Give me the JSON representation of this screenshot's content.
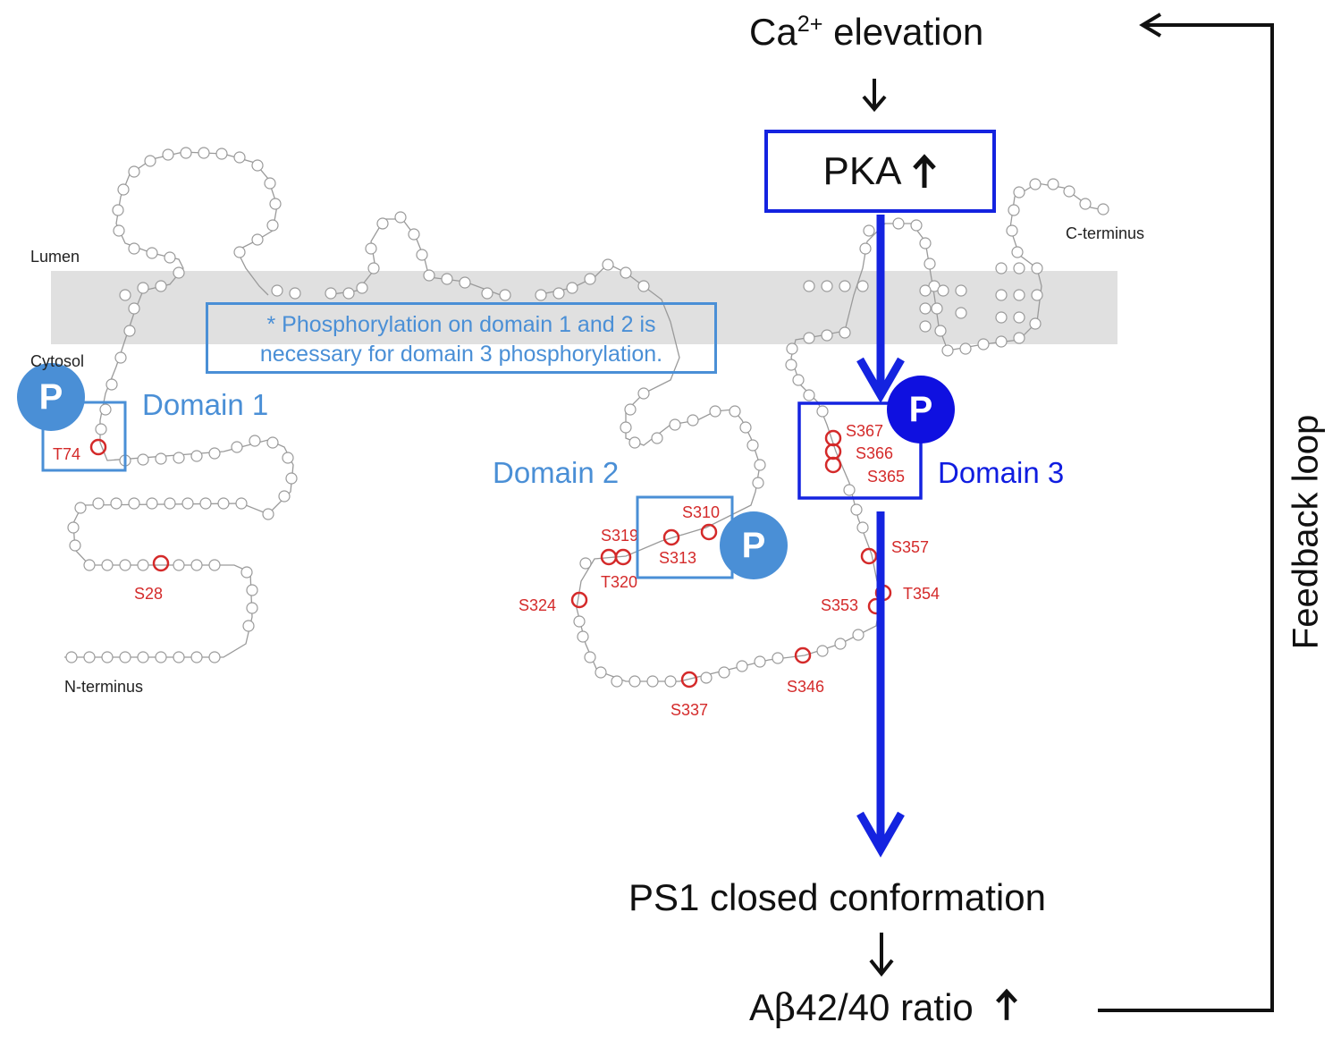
{
  "top_label": {
    "prefix": "Ca",
    "sup": "2+",
    "suffix": " elevation"
  },
  "pka_label": "PKA",
  "outcome_label": "PS1 closed conformation",
  "ratio_label": {
    "prefix": "A",
    "beta": "β",
    "suffix": "42/40 ratio"
  },
  "feedback_label": "Feedback loop",
  "membrane": {
    "lumen": "Lumen",
    "cytosol": "Cytosol",
    "n_terminus": "N-terminus",
    "c_terminus": "C-terminus"
  },
  "note": {
    "line1": "* Phosphorylation on domain 1 and 2 is",
    "line2": "necessary for domain 3 phosphorylation."
  },
  "domains": {
    "d1": "Domain 1",
    "d2": "Domain 2",
    "d3": "Domain 3"
  },
  "phospho_badge": "P",
  "sites": {
    "t74": "T74",
    "s28": "S28",
    "s310": "S310",
    "s319": "S319",
    "s313": "S313",
    "t320": "T320",
    "s324": "S324",
    "s337": "S337",
    "s346": "S346",
    "s353": "S353",
    "t354": "T354",
    "s357": "S357",
    "s367": "S367",
    "s366": "S366",
    "s365": "S365"
  },
  "colors": {
    "light_blue": "#4a8fd6",
    "dark_blue": "#1423e0",
    "site_red": "#d42a2a",
    "membrane": "#e0e0e0"
  }
}
